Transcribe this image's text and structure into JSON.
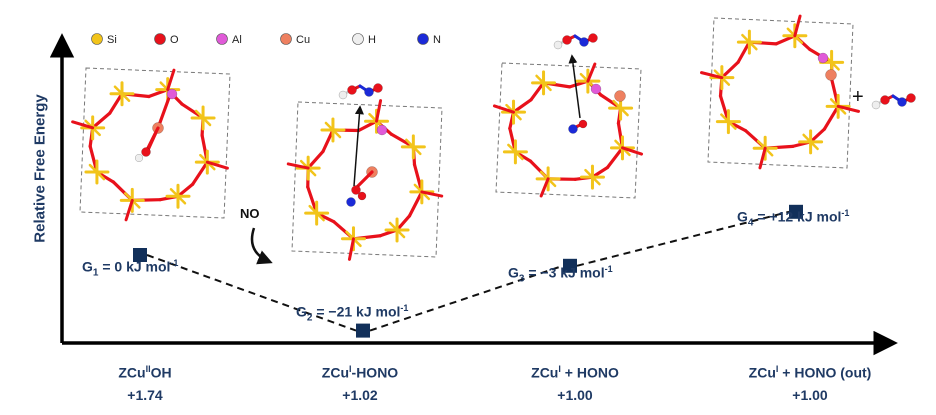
{
  "y_axis_label": "Relative Free Energy",
  "legend": [
    {
      "element": "Si",
      "color": "#f2c41a"
    },
    {
      "element": "O",
      "color": "#e8111b"
    },
    {
      "element": "Al",
      "color": "#e05ad8"
    },
    {
      "element": "Cu",
      "color": "#ee8060"
    },
    {
      "element": "H",
      "color": "#eeeeee"
    },
    {
      "element": "N",
      "color": "#1b2ad8"
    }
  ],
  "reactant_label": "NO",
  "plus_sign": "+",
  "states": [
    {
      "g_label": "G",
      "g_index": "1",
      "energy_text": " = 0 kJ mol",
      "unit_sup": "-1",
      "energy_kJmol": 0,
      "name_pre": "ZCu",
      "name_sup": "II",
      "name_post": "OH",
      "charge": "+1.74"
    },
    {
      "g_label": "G",
      "g_index": "2",
      "energy_text": " = −21 kJ mol",
      "unit_sup": "-1",
      "energy_kJmol": -21,
      "name_pre": "ZCu",
      "name_sup": "I",
      "name_post": "-HONO",
      "charge": "+1.02"
    },
    {
      "g_label": "G",
      "g_index": "3",
      "energy_text": " = −3 kJ mol",
      "unit_sup": "-1",
      "energy_kJmol": -3,
      "name_pre": "ZCu",
      "name_sup": "I",
      "name_post": " + HONO",
      "charge": "+1.00"
    },
    {
      "g_label": "G",
      "g_index": "4",
      "energy_text": " = +12 kJ mol",
      "unit_sup": "-1",
      "energy_kJmol": 12,
      "name_pre": "ZCu",
      "name_sup": "I",
      "name_post": " + HONO (out)",
      "charge": "+1.00"
    }
  ],
  "colors": {
    "text": "#1f3a64",
    "marker": "#12305a",
    "axis": "#000000",
    "si": "#f2c41a",
    "o": "#e8111b",
    "al": "#e05ad8",
    "cu": "#ee8060",
    "n": "#1b2ad8"
  }
}
